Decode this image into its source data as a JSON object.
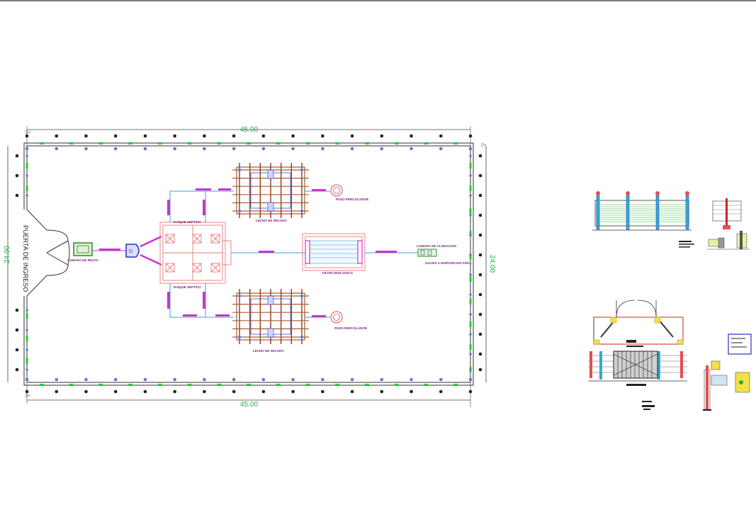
{
  "dimensions": {
    "width": "45.00",
    "height": "24.00",
    "marker": "0+"
  },
  "labels": {
    "entrance": "PUERTA DE INGRESO",
    "screen_chamber": "CAMARA DE REJAS",
    "septic_tank_top": "TANQUE SEPTICO",
    "septic_tank_bottom": "TANQUE SEPTICO",
    "drying_bed_top": "LECHO DE SECADO",
    "drying_bed_bottom": "LECHO DE SECADO",
    "percolation_top": "POZO PERCOLADOR",
    "percolation_bottom": "POZO PERCOLADOR",
    "biofilter": "FILTRO BIOLOGICO",
    "chlorination_chamber": "CAMARA DE CLORACION",
    "final_disposal": "SALIDA A DISPOSICION FINAL"
  },
  "colors": {
    "fence": "#303030",
    "post_fill": "#222222",
    "post_blue": "#5a7bd8",
    "dim_green": "#22cc33",
    "pipe_magenta": "#cc33cc",
    "pipe_cyan": "#33aacc",
    "tank_pink": "#e87878",
    "bed_brown": "#8b3a1a",
    "bed_grid": "#b05a2a",
    "blue": "#2233cc",
    "red": "#cc2222"
  }
}
